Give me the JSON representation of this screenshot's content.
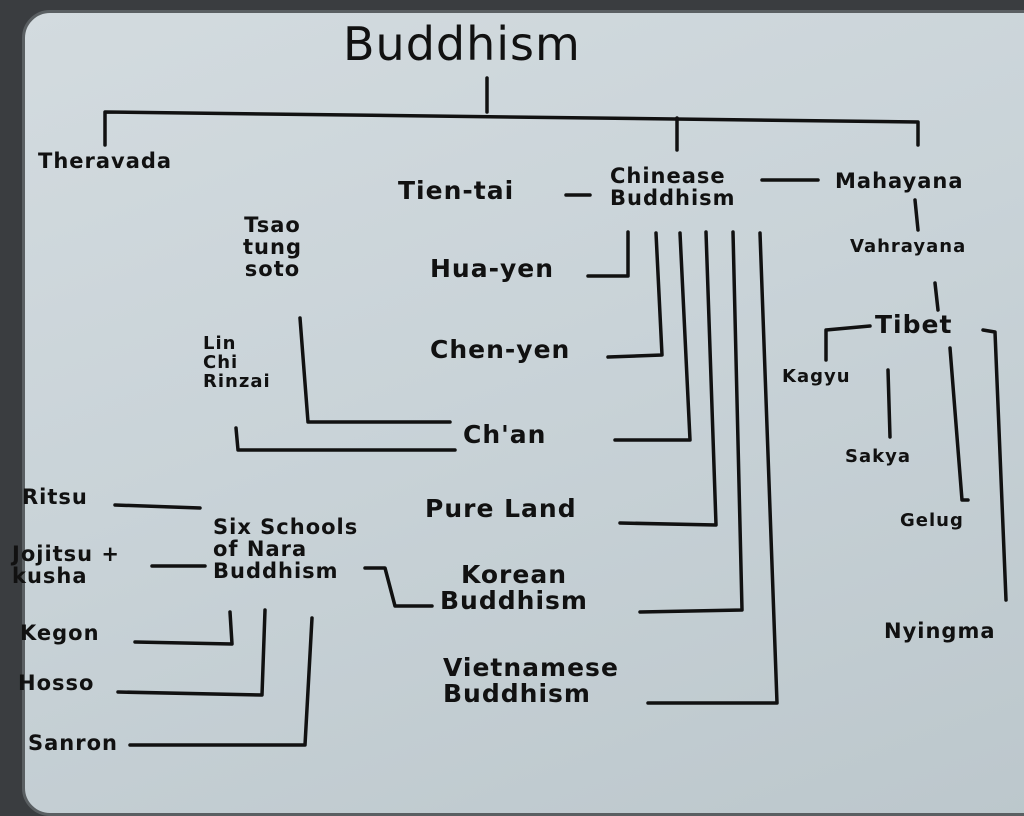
{
  "title": "Buddhism",
  "nodes": {
    "theravada": "Theravada",
    "mahayana": "Mahayana",
    "chinese_buddhism": [
      "Chinease",
      "Buddhism"
    ],
    "tien_tai": "Tien-tai",
    "hua_yen": "Hua-yen",
    "chen_yen": "Chen-yen",
    "chan": "Ch'an",
    "tsao_tung": [
      "Tsao",
      "tung",
      "soto"
    ],
    "lin_chi": [
      "Lin",
      "Chi",
      "Rinzai"
    ],
    "pure_land": "Pure Land",
    "korean": [
      "Korean",
      "Buddhism"
    ],
    "vietnamese": [
      "Vietnamese",
      "Buddhism"
    ],
    "nara": [
      "Six Schools",
      "of Nara",
      "Buddhism"
    ],
    "ritsu": "Ritsu",
    "jojitsu": [
      "Jojitsu +",
      "kusha"
    ],
    "kegon": "Kegon",
    "hosso": "Hosso",
    "sanron": "Sanron",
    "vajrayana": "Vahrayana",
    "tibet": "Tibet",
    "kagyu": "Kagyu",
    "sakya": "Sakya",
    "gelug": "Gelug",
    "nyingma": "Nyingma"
  }
}
